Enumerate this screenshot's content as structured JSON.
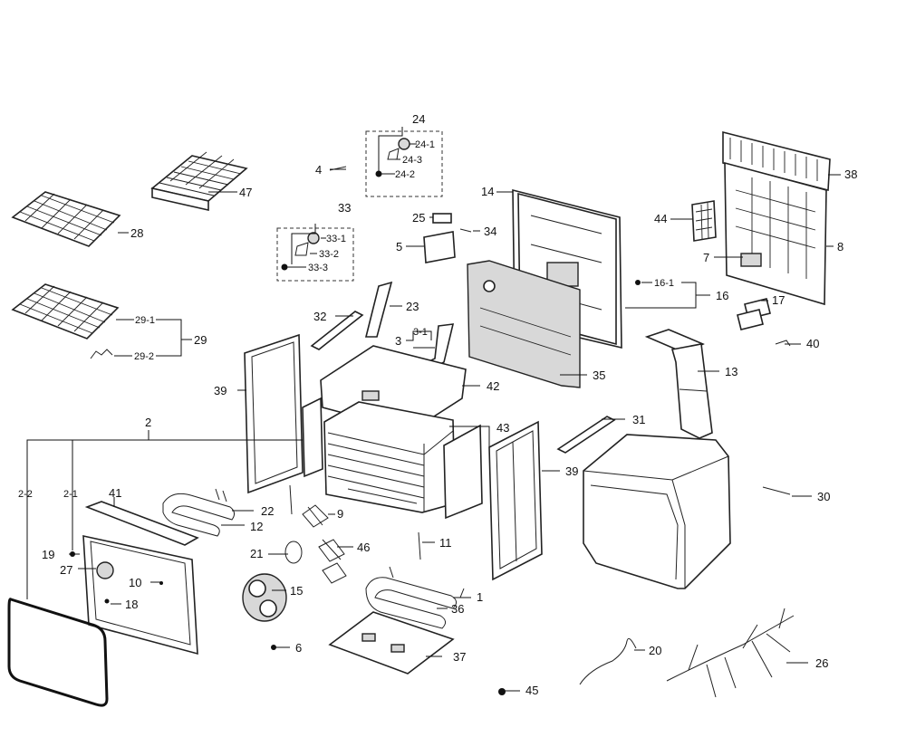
{
  "diagram": {
    "labels": {
      "p1": "1",
      "p2": "2",
      "p2_1": "2-1",
      "p2_2": "2-2",
      "p3": "3",
      "p3_1": "3-1",
      "p4": "4",
      "p5": "5",
      "p6": "6",
      "p7": "7",
      "p8": "8",
      "p9": "9",
      "p10": "10",
      "p11": "11",
      "p12": "12",
      "p13": "13",
      "p14": "14",
      "p15": "15",
      "p16": "16",
      "p16_1": "16-1",
      "p17": "17",
      "p18": "18",
      "p19": "19",
      "p20": "20",
      "p21": "21",
      "p22": "22",
      "p23": "23",
      "p24": "24",
      "p24_1": "24-1",
      "p24_2": "24-2",
      "p24_3": "24-3",
      "p25": "25",
      "p26": "26",
      "p27": "27",
      "p28": "28",
      "p29": "29",
      "p29_1": "29-1",
      "p29_2": "29-2",
      "p30": "30",
      "p31": "31",
      "p32": "32",
      "p33": "33",
      "p33_1": "33-1",
      "p33_2": "33-2",
      "p33_3": "33-3",
      "p34": "34",
      "p35": "35",
      "p36": "36",
      "p37": "37",
      "p38": "38",
      "p39a": "39",
      "p39b": "39",
      "p40": "40",
      "p41": "41",
      "p42": "42",
      "p43": "43",
      "p44": "44",
      "p45": "45",
      "p46": "46",
      "p47": "47"
    }
  }
}
